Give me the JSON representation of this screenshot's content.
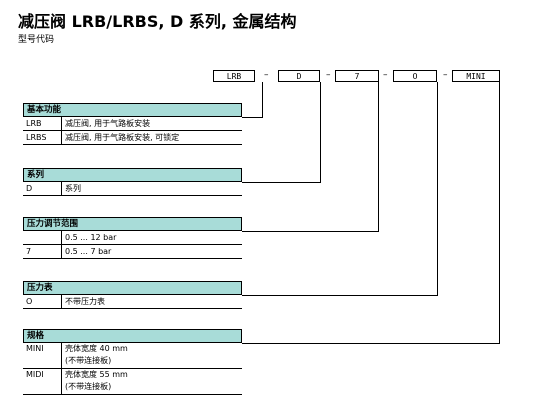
{
  "title": "减压阀 LRB/LRBS, D 系列, 金属结构",
  "subtitle": "型号代码",
  "code": [
    "LRB",
    "D",
    "7",
    "O",
    "MINI"
  ],
  "dash": "–",
  "sections": [
    {
      "header": "基本功能",
      "rows": [
        {
          "code": "LRB",
          "desc": [
            "减压阀, 用于气路板安装"
          ]
        },
        {
          "code": "LRBS",
          "desc": [
            "减压阀, 用于气路板安装, 可锁定"
          ]
        }
      ]
    },
    {
      "header": "系列",
      "rows": [
        {
          "code": "D",
          "desc": [
            "系列"
          ]
        }
      ]
    },
    {
      "header": "压力调节范围",
      "rows": [
        {
          "code": "",
          "desc": [
            "0.5 ... 12 bar"
          ]
        },
        {
          "code": "7",
          "desc": [
            "0.5 ... 7 bar"
          ]
        }
      ]
    },
    {
      "header": "压力表",
      "rows": [
        {
          "code": "O",
          "desc": [
            "不带压力表"
          ]
        }
      ]
    },
    {
      "header": "规格",
      "rows": [
        {
          "code": "MINI",
          "desc": [
            "壳体宽度 40 mm",
            "(不带连接板)"
          ]
        },
        {
          "code": "MIDI",
          "desc": [
            "壳体宽度 55 mm",
            "(不带连接板)"
          ]
        }
      ]
    }
  ]
}
